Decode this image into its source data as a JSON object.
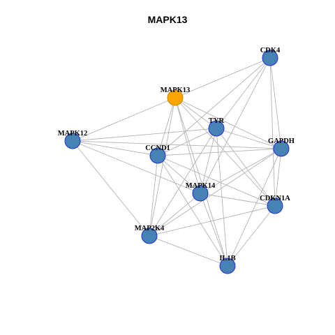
{
  "title": "MAPK13",
  "colors": {
    "node_fill": "#4682B4",
    "node_stroke": "#1E2ED8",
    "highlight_fill": "#FFA500",
    "highlight_stroke": "#C8860A",
    "edge": "#B3B3B3"
  },
  "network": {
    "nodes": [
      {
        "id": "MAPK13",
        "label": "MAPK13",
        "highlight": true
      },
      {
        "id": "CDK4",
        "label": "CDK4",
        "highlight": false
      },
      {
        "id": "TYR",
        "label": "TYR",
        "highlight": false
      },
      {
        "id": "MAPK12",
        "label": "MAPK12",
        "highlight": false
      },
      {
        "id": "CCND1",
        "label": "CCND1",
        "highlight": false
      },
      {
        "id": "GAPDH",
        "label": "GAPDH",
        "highlight": false
      },
      {
        "id": "MAPK14",
        "label": "MAPK14",
        "highlight": false
      },
      {
        "id": "CDKN1A",
        "label": "CDKN1A",
        "highlight": false
      },
      {
        "id": "MAP2K4",
        "label": "MAP2K4",
        "highlight": false
      },
      {
        "id": "IL1B",
        "label": "IL1B",
        "highlight": false
      }
    ],
    "edges": [
      [
        "MAPK13",
        "CDK4"
      ],
      [
        "MAPK13",
        "MAPK12"
      ],
      [
        "MAPK13",
        "TYR"
      ],
      [
        "MAPK13",
        "CCND1"
      ],
      [
        "MAPK13",
        "GAPDH"
      ],
      [
        "MAPK13",
        "MAPK14"
      ],
      [
        "MAPK13",
        "CDKN1A"
      ],
      [
        "MAPK13",
        "MAP2K4"
      ],
      [
        "MAPK13",
        "IL1B"
      ],
      [
        "CDK4",
        "TYR"
      ],
      [
        "CDK4",
        "CCND1"
      ],
      [
        "CDK4",
        "GAPDH"
      ],
      [
        "CDK4",
        "MAPK14"
      ],
      [
        "CDK4",
        "CDKN1A"
      ],
      [
        "MAPK12",
        "TYR"
      ],
      [
        "MAPK12",
        "CCND1"
      ],
      [
        "MAPK12",
        "GAPDH"
      ],
      [
        "MAPK12",
        "MAPK14"
      ],
      [
        "MAPK12",
        "MAP2K4"
      ],
      [
        "TYR",
        "CCND1"
      ],
      [
        "TYR",
        "GAPDH"
      ],
      [
        "TYR",
        "MAPK14"
      ],
      [
        "TYR",
        "CDKN1A"
      ],
      [
        "TYR",
        "MAP2K4"
      ],
      [
        "TYR",
        "IL1B"
      ],
      [
        "CCND1",
        "GAPDH"
      ],
      [
        "CCND1",
        "MAPK14"
      ],
      [
        "CCND1",
        "CDKN1A"
      ],
      [
        "CCND1",
        "MAP2K4"
      ],
      [
        "CCND1",
        "IL1B"
      ],
      [
        "GAPDH",
        "MAPK14"
      ],
      [
        "GAPDH",
        "CDKN1A"
      ],
      [
        "GAPDH",
        "MAP2K4"
      ],
      [
        "GAPDH",
        "IL1B"
      ],
      [
        "MAPK14",
        "CDKN1A"
      ],
      [
        "MAPK14",
        "MAP2K4"
      ],
      [
        "MAPK14",
        "IL1B"
      ],
      [
        "CDKN1A",
        "MAP2K4"
      ],
      [
        "CDKN1A",
        "IL1B"
      ],
      [
        "MAP2K4",
        "IL1B"
      ]
    ]
  }
}
